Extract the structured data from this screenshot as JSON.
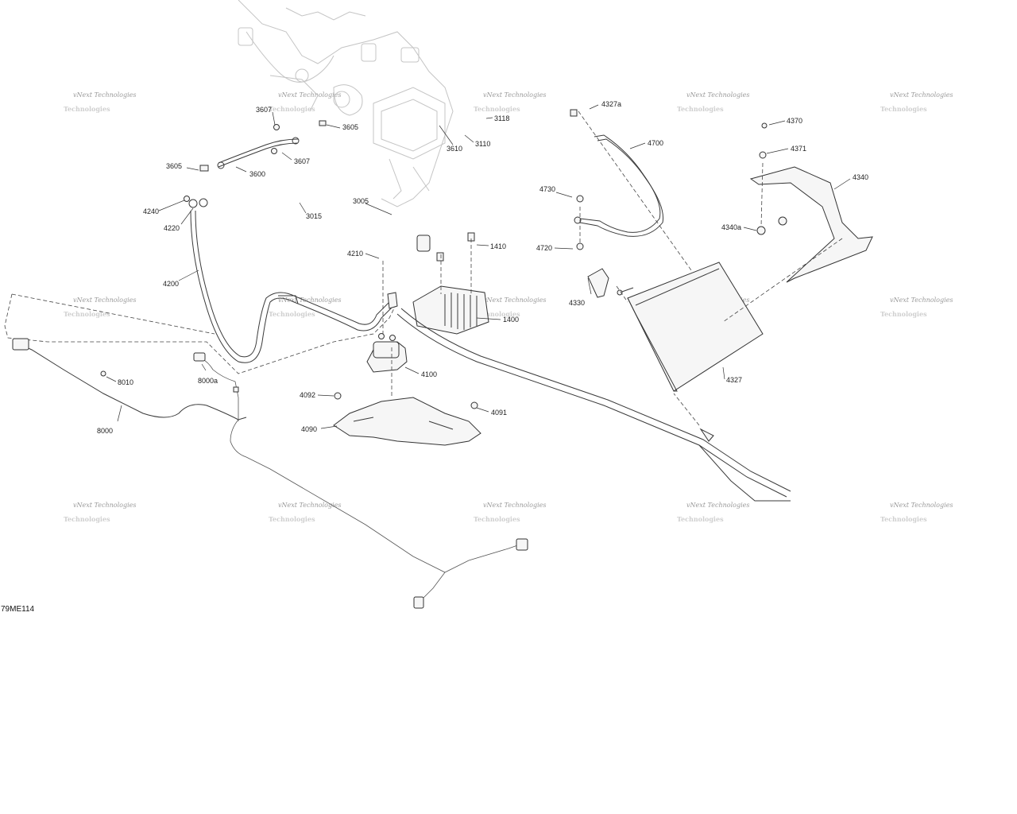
{
  "diagram": {
    "figure_code": "79ME114",
    "watermark": {
      "line1": "vNext Technologies",
      "line2": "Technologies"
    },
    "callouts": [
      {
        "id": "c3607a",
        "label": "3607"
      },
      {
        "id": "c3605a",
        "label": "3605"
      },
      {
        "id": "c3607b",
        "label": "3607"
      },
      {
        "id": "c3605b",
        "label": "3605"
      },
      {
        "id": "c3600",
        "label": "3600"
      },
      {
        "id": "c3015",
        "label": "3015"
      },
      {
        "id": "c3005",
        "label": "3005"
      },
      {
        "id": "c3118",
        "label": "3118"
      },
      {
        "id": "c3110",
        "label": "3110"
      },
      {
        "id": "c3610",
        "label": "3610"
      },
      {
        "id": "c4240",
        "label": "4240"
      },
      {
        "id": "c4220",
        "label": "4220"
      },
      {
        "id": "c4200",
        "label": "4200"
      },
      {
        "id": "c4210",
        "label": "4210"
      },
      {
        "id": "c1410",
        "label": "1410"
      },
      {
        "id": "c1400",
        "label": "1400"
      },
      {
        "id": "c4100",
        "label": "4100"
      },
      {
        "id": "c4092",
        "label": "4092"
      },
      {
        "id": "c4091",
        "label": "4091"
      },
      {
        "id": "c4090",
        "label": "4090"
      },
      {
        "id": "c8010",
        "label": "8010"
      },
      {
        "id": "c8000a",
        "label": "8000a"
      },
      {
        "id": "c8000",
        "label": "8000"
      },
      {
        "id": "c4327a",
        "label": "4327a"
      },
      {
        "id": "c4700",
        "label": "4700"
      },
      {
        "id": "c4730",
        "label": "4730"
      },
      {
        "id": "c4720",
        "label": "4720"
      },
      {
        "id": "c4330",
        "label": "4330"
      },
      {
        "id": "c4327",
        "label": "4327"
      },
      {
        "id": "c4370",
        "label": "4370"
      },
      {
        "id": "c4371",
        "label": "4371"
      },
      {
        "id": "c4340",
        "label": "4340"
      },
      {
        "id": "c4340a",
        "label": "4340a"
      }
    ]
  }
}
